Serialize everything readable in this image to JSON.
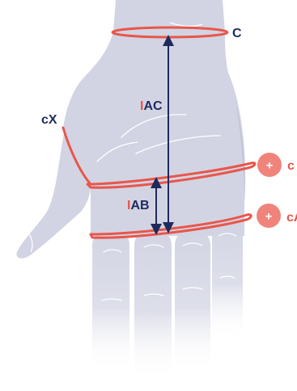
{
  "labels": {
    "wrist": "C",
    "knuckle_left": "cX",
    "iac": {
      "prefix": "I",
      "main": "AC"
    },
    "iab": {
      "prefix": "I",
      "main": "AB"
    },
    "badge_upper": {
      "symbol": "+",
      "text": "c"
    },
    "badge_lower": {
      "symbol": "+",
      "text": "cA"
    }
  },
  "colors": {
    "accent": "#e9564a",
    "navy": "#1f2a5c",
    "hand": "#d2d4e3",
    "hand_shadow": "#bfc2d6",
    "badge": "#f0847a"
  }
}
